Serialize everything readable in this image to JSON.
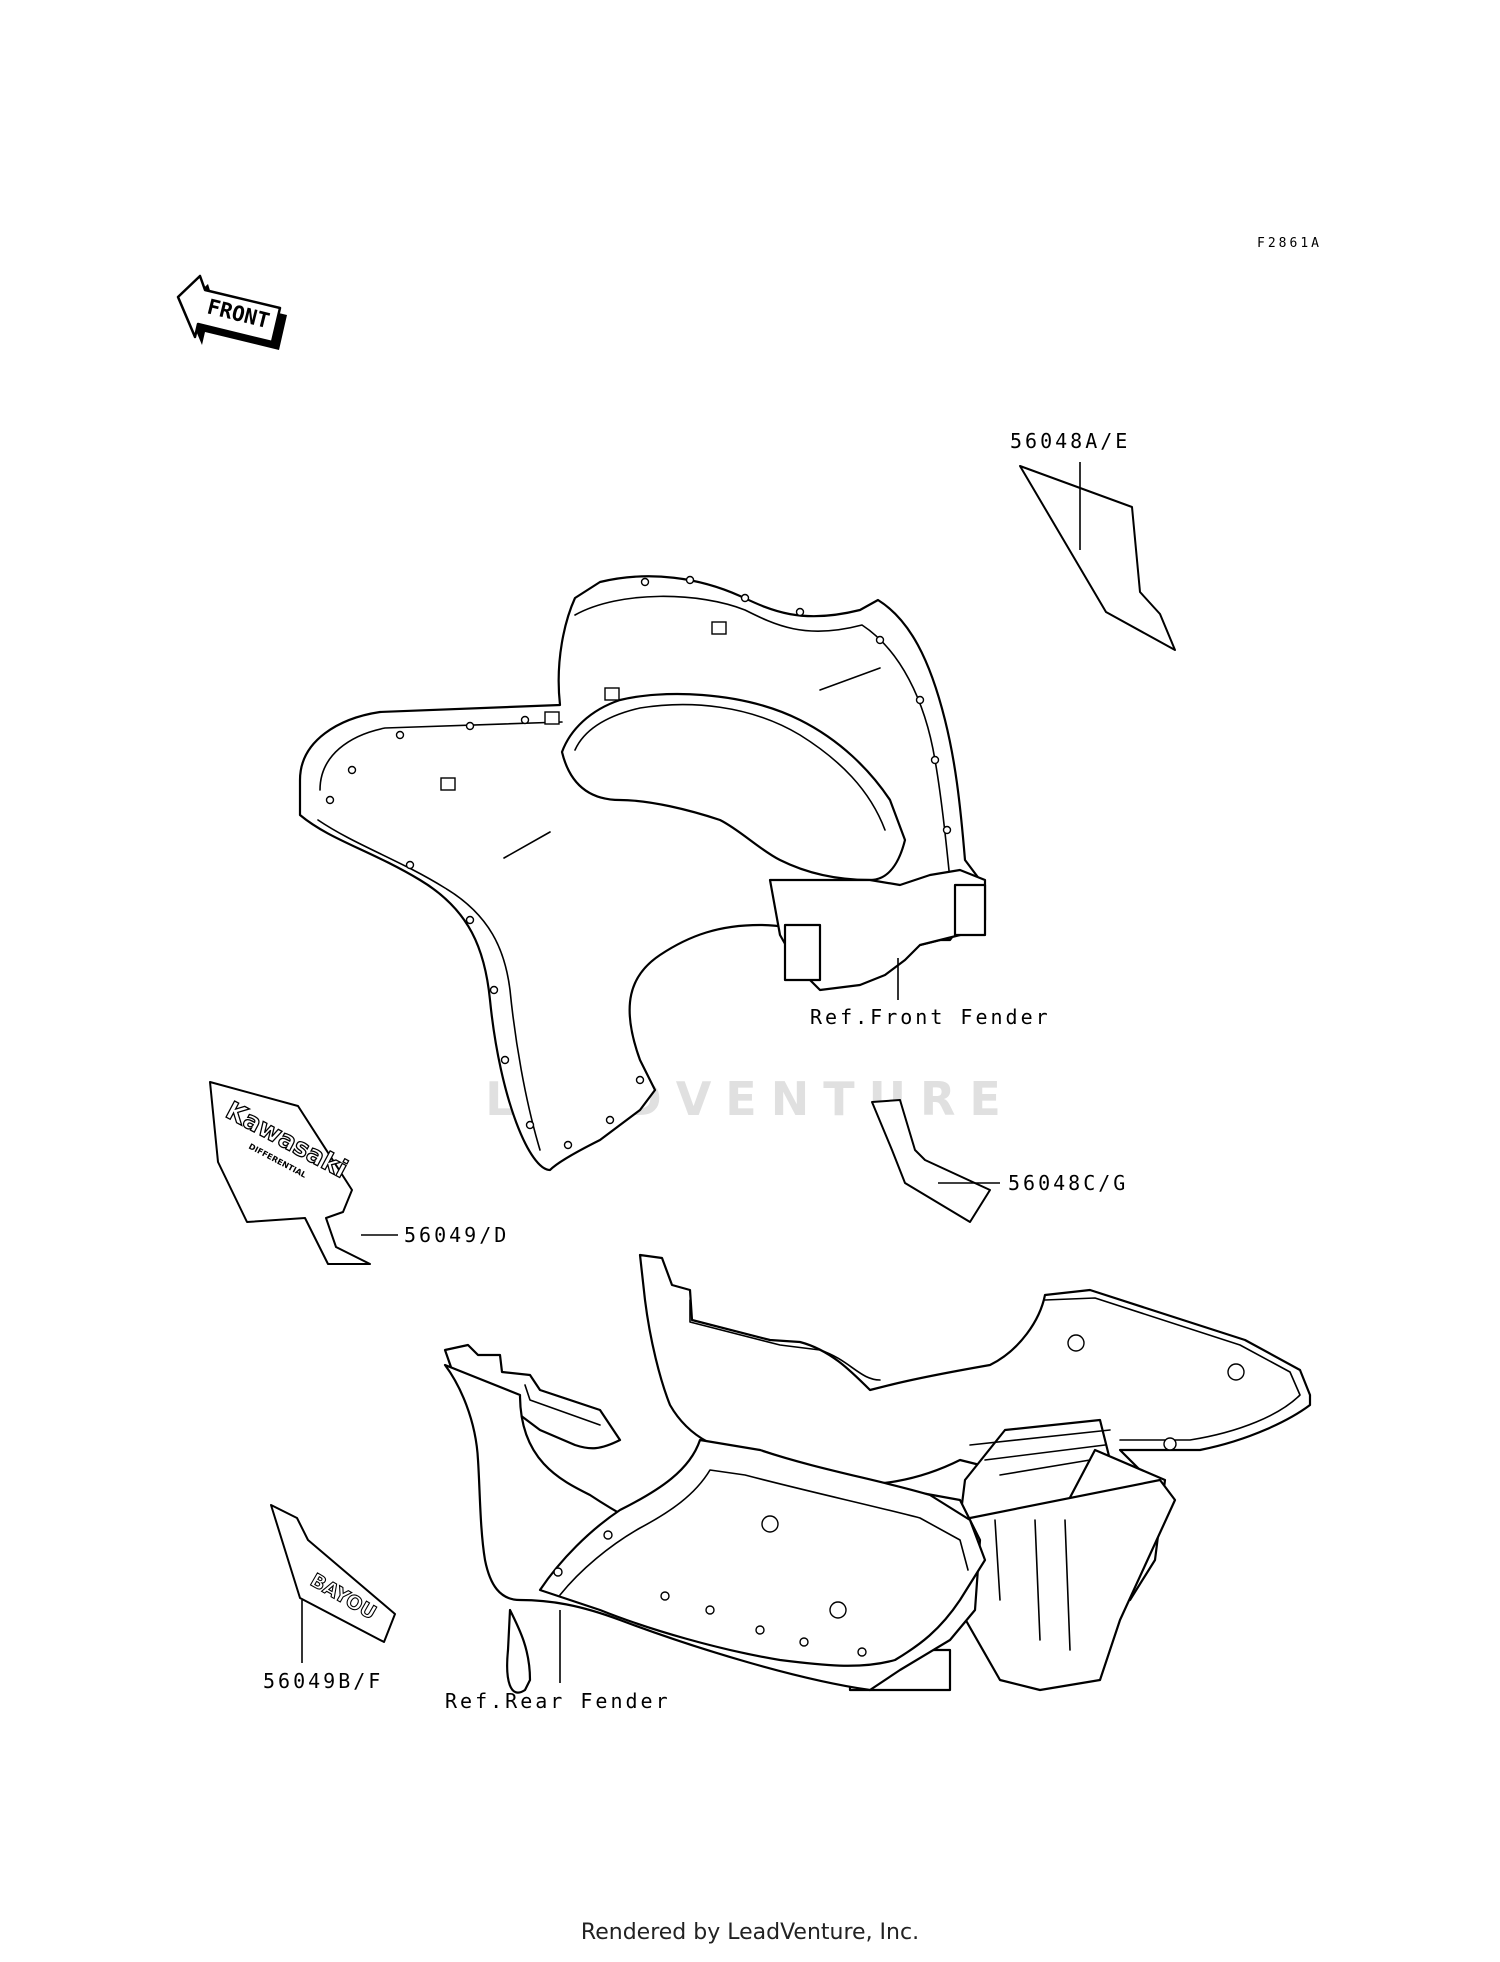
{
  "diagram_code": "F2861A",
  "front_arrow_label": "FRONT",
  "callouts": {
    "decal_56048ae": "56048A/E",
    "front_fender_ref": "Ref.Front Fender",
    "decal_56048cg": "56048C/G",
    "decal_56049d": "56049/D",
    "decal_56049bf": "56049B/F",
    "rear_fender_ref": "Ref.Rear Fender"
  },
  "decal_text": {
    "kawasaki": "Kawasaki",
    "differential": "DIFFERENTIAL",
    "bayou": "BAYOU"
  },
  "watermark": "LEADVENTURE",
  "footer": "Rendered by LeadVenture, Inc."
}
